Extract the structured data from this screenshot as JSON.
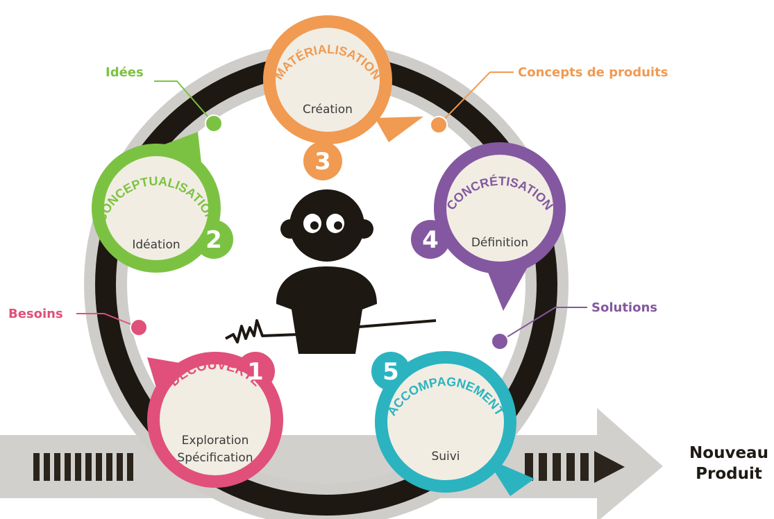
{
  "stages": [
    {
      "title": "DÉCOUVERTE",
      "lines": [
        "Exploration",
        "Spécification"
      ],
      "number": "1",
      "color": "#e0507a"
    },
    {
      "title": "CONCEPTUALISATION",
      "lines": [
        "Idéation"
      ],
      "number": "2",
      "color": "#7cc242"
    },
    {
      "title": "MATÉRIALISATION",
      "lines": [
        "Création"
      ],
      "number": "3",
      "color": "#f09a52"
    },
    {
      "title": "CONCRÉTISATION",
      "lines": [
        "Définition"
      ],
      "number": "4",
      "color": "#8458a0"
    },
    {
      "title": "ACCOMPAGNEMENT",
      "lines": [
        "Suivi"
      ],
      "number": "5",
      "color": "#2bb3c0"
    }
  ],
  "callouts": {
    "ideas": {
      "label": "Idées",
      "color": "#7cc242"
    },
    "concepts": {
      "label": "Concepts de produits",
      "color": "#f09a52"
    },
    "needs": {
      "label": "Besoins",
      "color": "#e0507a"
    },
    "solutions": {
      "label": "Solutions",
      "color": "#8458a0"
    }
  },
  "output": {
    "line1": "Nouveau",
    "line2": "Produit"
  }
}
